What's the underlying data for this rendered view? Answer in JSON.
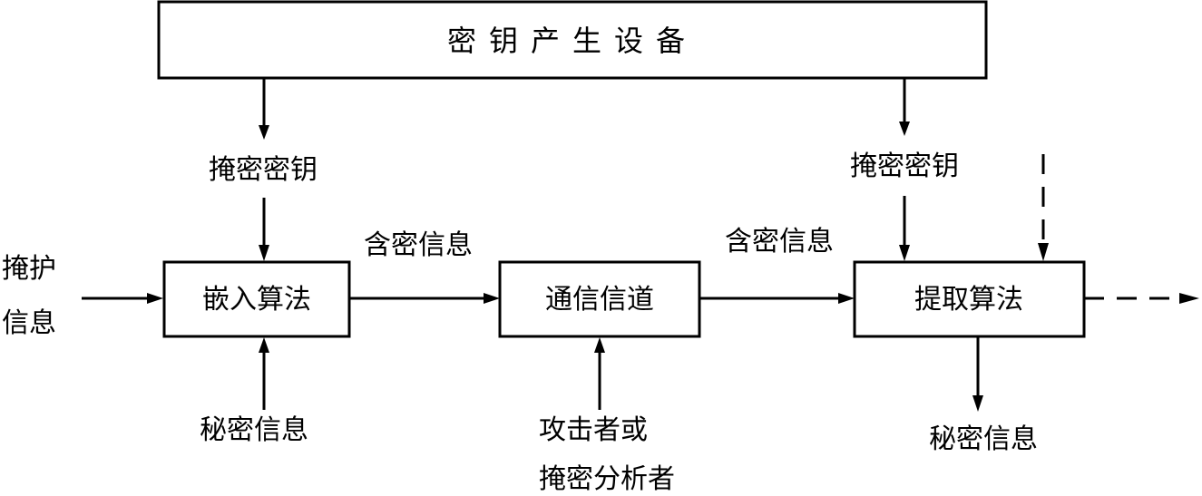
{
  "diagram": {
    "nodes": {
      "key_generator": "密钥产生设备",
      "embed": "嵌入算法",
      "channel": "通信信道",
      "extract": "提取算法"
    },
    "labels": {
      "key_left": "掩密密钥",
      "key_right": "掩密密钥",
      "cover_line1": "掩护",
      "cover_line2": "信息",
      "stego_1": "含密信息",
      "stego_2": "含密信息",
      "secret_in": "秘密信息",
      "attacker_line1": "攻击者或",
      "attacker_line2": "掩密分析者",
      "secret_out": "秘密信息"
    }
  }
}
